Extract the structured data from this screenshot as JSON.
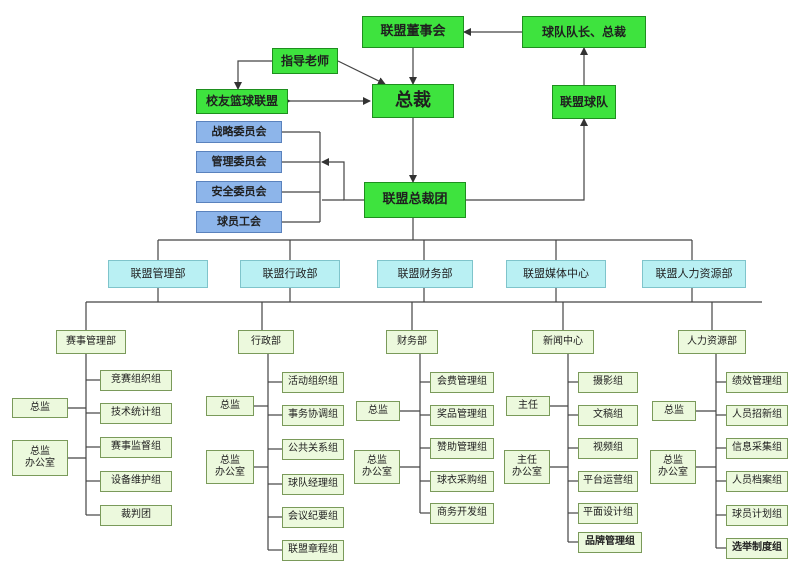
{
  "top": {
    "board": "联盟董事会",
    "captains": "球队队长、总裁",
    "advisor": "指导老师",
    "alumni": "校友篮球联盟",
    "president": "总裁",
    "teams": "联盟球队",
    "executive": "联盟总裁团"
  },
  "committees": [
    "战略委员会",
    "管理委员会",
    "安全委员会",
    "球员工会"
  ],
  "departments": [
    "联盟管理部",
    "联盟行政部",
    "联盟财务部",
    "联盟媒体中心",
    "联盟人力资源部"
  ],
  "sections": [
    {
      "head": "赛事管理部",
      "director": "总监",
      "office": "总监\n办公室",
      "groups": [
        "竞赛组织组",
        "技术统计组",
        "赛事监督组",
        "设备维护组",
        "裁判团"
      ]
    },
    {
      "head": "行政部",
      "director": "总监",
      "office": "总监\n办公室",
      "groups": [
        "活动组织组",
        "事务协调组",
        "公共关系组",
        "球队经理组",
        "会议纪要组",
        "联盟章程组"
      ]
    },
    {
      "head": "财务部",
      "director": "总监",
      "office": "总监\n办公室",
      "groups": [
        "会费管理组",
        "奖品管理组",
        "赞助管理组",
        "球衣采购组",
        "商务开发组"
      ]
    },
    {
      "head": "新闻中心",
      "director": "主任",
      "office": "主任\n办公室",
      "groups": [
        "摄影组",
        "文稿组",
        "视频组",
        "平台运营组",
        "平面设计组",
        "品牌管理组"
      ]
    },
    {
      "head": "人力资源部",
      "director": "总监",
      "office": "总监\n办公室",
      "groups": [
        "绩效管理组",
        "人员招新组",
        "信息采集组",
        "人员档案组",
        "球员计划组",
        "选举制度组"
      ]
    }
  ],
  "colors": {
    "executive": "#3ee33e",
    "committee": "#8db5ea",
    "department": "#b9f0f3",
    "group": "#ecf9dd",
    "line": "#555555"
  }
}
